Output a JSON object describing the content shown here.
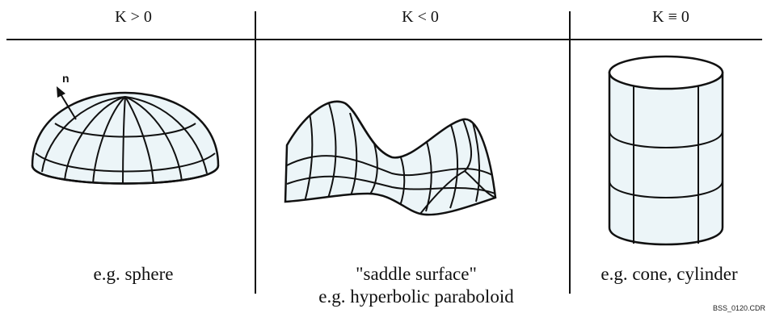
{
  "columns": [
    {
      "header": "K > 0",
      "caption_lines": [
        "e.g. sphere"
      ]
    },
    {
      "header": "K < 0",
      "caption_lines": [
        "\"saddle surface\"",
        "e.g. hyperbolic paraboloid"
      ]
    },
    {
      "header": "K ≡ 0",
      "caption_lines": [
        "e.g. cone, cylinder"
      ]
    }
  ],
  "normal_label": "n",
  "figure_code": "BSS_0120.CDR",
  "colors": {
    "line": "#111111",
    "surface": "#ecf5f8",
    "background": "#ffffff"
  },
  "icons": [
    "hemisphere-icon",
    "saddle-surface-icon",
    "cylinder-icon",
    "normal-arrow-icon"
  ]
}
